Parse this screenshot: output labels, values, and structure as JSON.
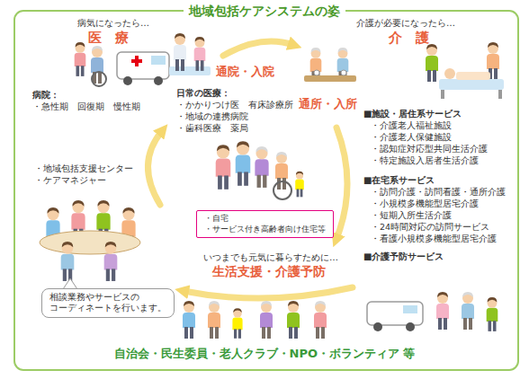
{
  "diagram": {
    "title": "地域包括ケアシステムの姿",
    "nodes": [
      {
        "text": [
          "・自宅",
          "・サービス付き高齢者向け住宅等"
        ]
      },
      {
        "text": [
          "相談業務やサービスの コーディネートを行います。"
        ]
      }
    ],
    "labels": [
      "病気になったら…",
      "医　療",
      "病院：",
      "・急性期　回復期　慢性期",
      "通院・入院",
      "日常の医療：",
      "・かかりつけ医　有床診療所",
      "・地域の連携病院",
      "・歯科医療　薬局",
      "介護が必要になったら…",
      "介　護",
      "通所・入所",
      "■施設・居住系サービス",
      "・介護老人福祉施設",
      "・介護老人保健施設",
      "・認知症対応型共同生活介護",
      "・特定施設入居者生活介護",
      "・地域包括支援センター",
      "・ケアマネジャー",
      "■在宅系サービス",
      "・訪問介護・訪問看護・通所介護",
      "・小規模多機能型居宅介護",
      "・短期入所生活介護",
      "・24時間対応の訪問サービス",
      "・看護小規模多機能型居宅介護",
      "■介護予防サービス",
      "いつまでも元気に暮らすために…",
      "生活支援・介護予防",
      "自治会・民生委員・老人クラブ・NPO・ボランティア 等"
    ]
  }
}
